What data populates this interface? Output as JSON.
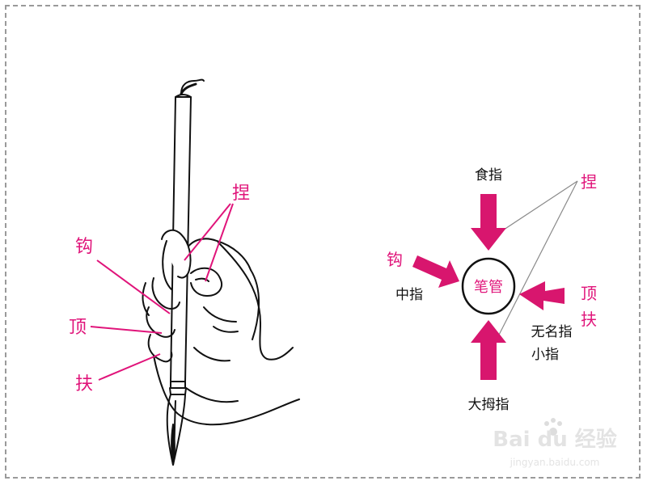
{
  "colors": {
    "accent": "#e0147a",
    "ink": "#111111",
    "line": "#8a8a8a",
    "frame": "#9a9a9a"
  },
  "left_figure": {
    "labels": {
      "nie": "捏",
      "gou": "钩",
      "ding": "顶",
      "fu": "扶"
    }
  },
  "right_figure": {
    "center": "笔管",
    "index": "食指",
    "middle": "中指",
    "ring": "无名指",
    "little": "小指",
    "thumb": "大拇指",
    "nie": "捏",
    "gou": "钩",
    "ding": "顶",
    "fu": "扶"
  },
  "watermark": {
    "logo": "Bai du 经验",
    "url": "jingyan.baidu.com"
  }
}
